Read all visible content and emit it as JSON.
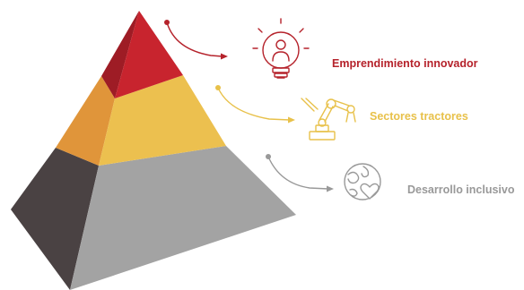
{
  "levels": [
    {
      "label": "Emprendimiento innovador",
      "icon": "lightbulb-person-icon",
      "color": "#b5222b",
      "front_color": "#c8242e",
      "side_color": "#9e1c25"
    },
    {
      "label": "Sectores tractores",
      "icon": "robotic-arm-icon",
      "color": "#e8c14a",
      "front_color": "#ecc04f",
      "side_color": "#e0953a"
    },
    {
      "label": "Desarrollo inclusivo",
      "icon": "globe-heart-icon",
      "color": "#999999",
      "front_color": "#a3a3a3",
      "side_color": "#4a4243"
    }
  ]
}
